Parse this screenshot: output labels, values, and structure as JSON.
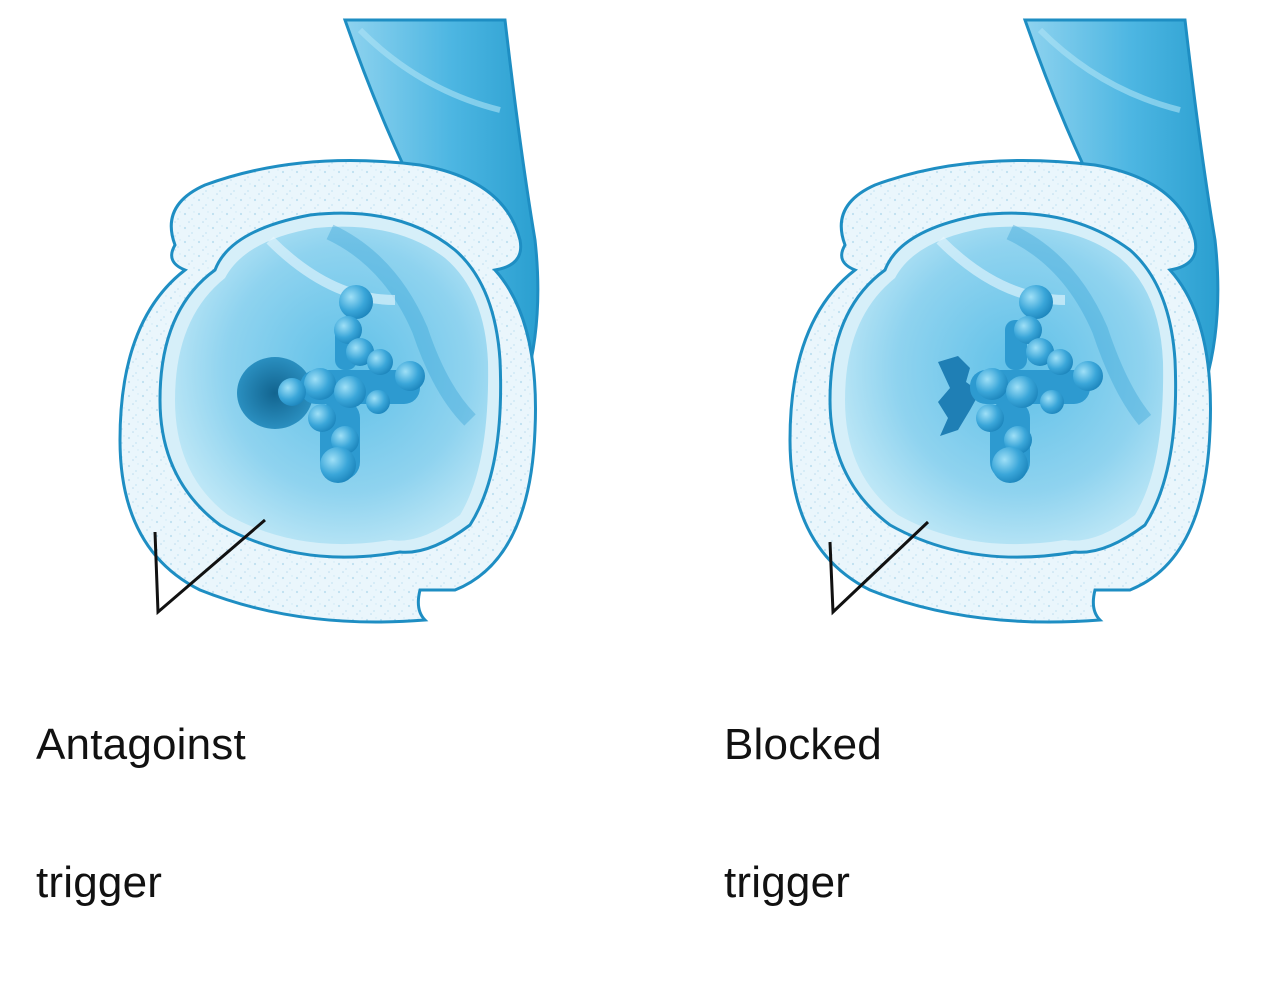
{
  "panels": [
    {
      "label_line1": "Antagoinst",
      "label_line2": "trigger"
    },
    {
      "label_line1": "Blocked",
      "label_line2": "trigger"
    }
  ],
  "colors": {
    "tube_outer": "#2a9fd0",
    "tube_mid": "#5cc0e6",
    "tube_light": "#bfe6f6",
    "wall_fill": "#e6f4fb",
    "wall_stroke": "#1e8ec3",
    "cavity_deep": "#3aa8d8",
    "molecule": "#2591c9",
    "leader_line": "#111111"
  }
}
